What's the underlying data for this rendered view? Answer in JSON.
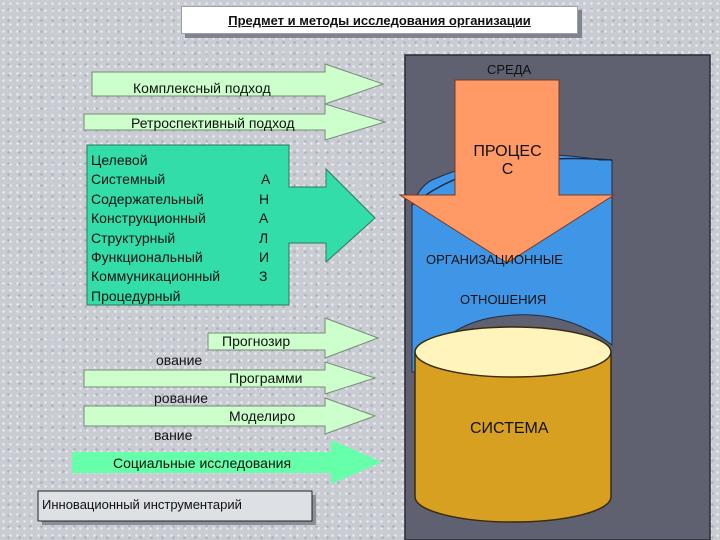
{
  "title": "Предмет и методы исследования организации",
  "arrows": {
    "complex": "Комплексный  подход",
    "retro": "Ретроспективный подход"
  },
  "methods": {
    "items": [
      "Целевой",
      "Системный",
      "Содержательный",
      "Конструкционный",
      "Структурный",
      "Функциональный",
      "Коммуникационный",
      "Процедурный"
    ],
    "vertical_letters": [
      "",
      "А",
      "Н",
      "А",
      "Л",
      "И",
      "З",
      ""
    ]
  },
  "forecast": {
    "part1": "Прогнозир",
    "part2": "ование"
  },
  "programming": {
    "part1": "Программи",
    "part2": "рование"
  },
  "modeling": {
    "part1": "Моделиро",
    "part2": "вание"
  },
  "social": "Социальные исследования",
  "innovation": "Инновационный инструментарий",
  "environment": "СРЕДА",
  "process": {
    "line1": "ПРОЦЕС",
    "line2": "С"
  },
  "relations": {
    "line1": "ОРГАНИЗАЦИОННЫЕ",
    "line2": "ОТНОШЕНИЯ"
  },
  "system": "СИСТЕМА",
  "colors": {
    "environment_bg": "#5f6170",
    "relations_blue": "#3f96e6",
    "process_orange": "#ff9966",
    "system_gold": "#d8a020",
    "system_top": "#fff4bc",
    "green_arrows": "#ccffcc",
    "methods_arrow": "#33ddaa",
    "social_arrow": "#66ffaa",
    "innovation_box": "#dde0e4"
  }
}
